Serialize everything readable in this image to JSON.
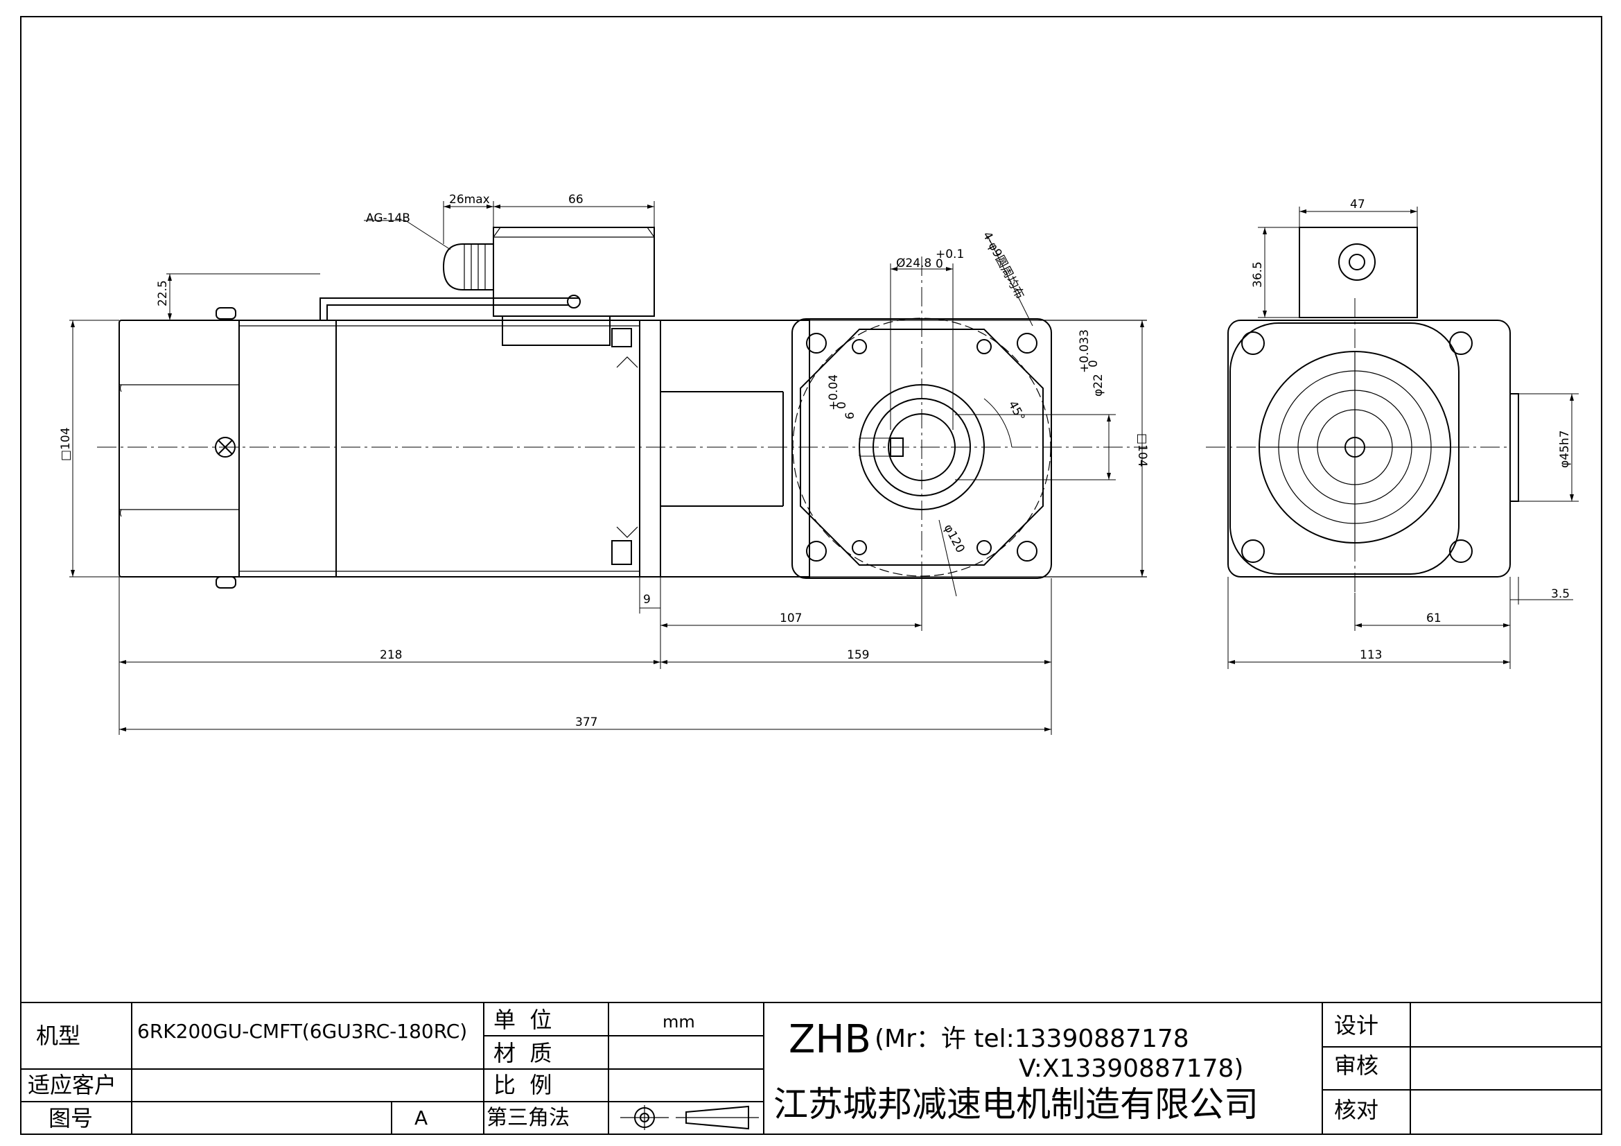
{
  "drawing": {
    "cable_gland_label": "AG-14B",
    "dimensions": {
      "gland_max": "26max",
      "terminal_box_length": "66",
      "terminal_box_height": "22.5",
      "square_left": "□104",
      "square_right": "□104",
      "bore_dia": "Ø24.8",
      "bore_tol_upper": "+0.1",
      "bore_tol_lower": "0",
      "hole_pattern": "4-φ9圆周均布",
      "shaft_dia": "φ22",
      "shaft_tol_upper": "+0.033",
      "shaft_tol_lower": "0",
      "key_width": "6",
      "key_tol_upper": "+0.04",
      "key_tol_lower": "0",
      "angle": "45°",
      "pcd": "φ120",
      "flange_thick": "9",
      "shaft_offset": "107",
      "motor_length": "218",
      "gear_length": "159",
      "overall_length": "377",
      "top_box_width": "47",
      "top_box_height": "36.5",
      "pilot_dia": "φ45h7",
      "pilot_depth": "3.5",
      "side_offset": "61",
      "side_width": "113"
    }
  },
  "title_block": {
    "model_label": "机型",
    "model_value": "6RK200GU-CMFT(6GU3RC-180RC)",
    "customer_label": "适应客户",
    "customer_value": "",
    "drawing_no_label": "图号",
    "drawing_no_value": "",
    "revision": "A",
    "unit_label": "单  位",
    "unit_value": "mm",
    "material_label": "材  质",
    "material_value": "",
    "scale_label": "比  例",
    "scale_value": "",
    "projection_label": "第三角法",
    "company_brand": "ZHB",
    "contact_line1": "(Mr：许 tel:13390887178",
    "contact_line2": "V:X13390887178)",
    "company_name": "江苏城邦减速电机制造有限公司",
    "design_label": "设计",
    "review_label": "审核",
    "check_label": "核对",
    "design_value": "",
    "review_value": "",
    "check_value": ""
  }
}
